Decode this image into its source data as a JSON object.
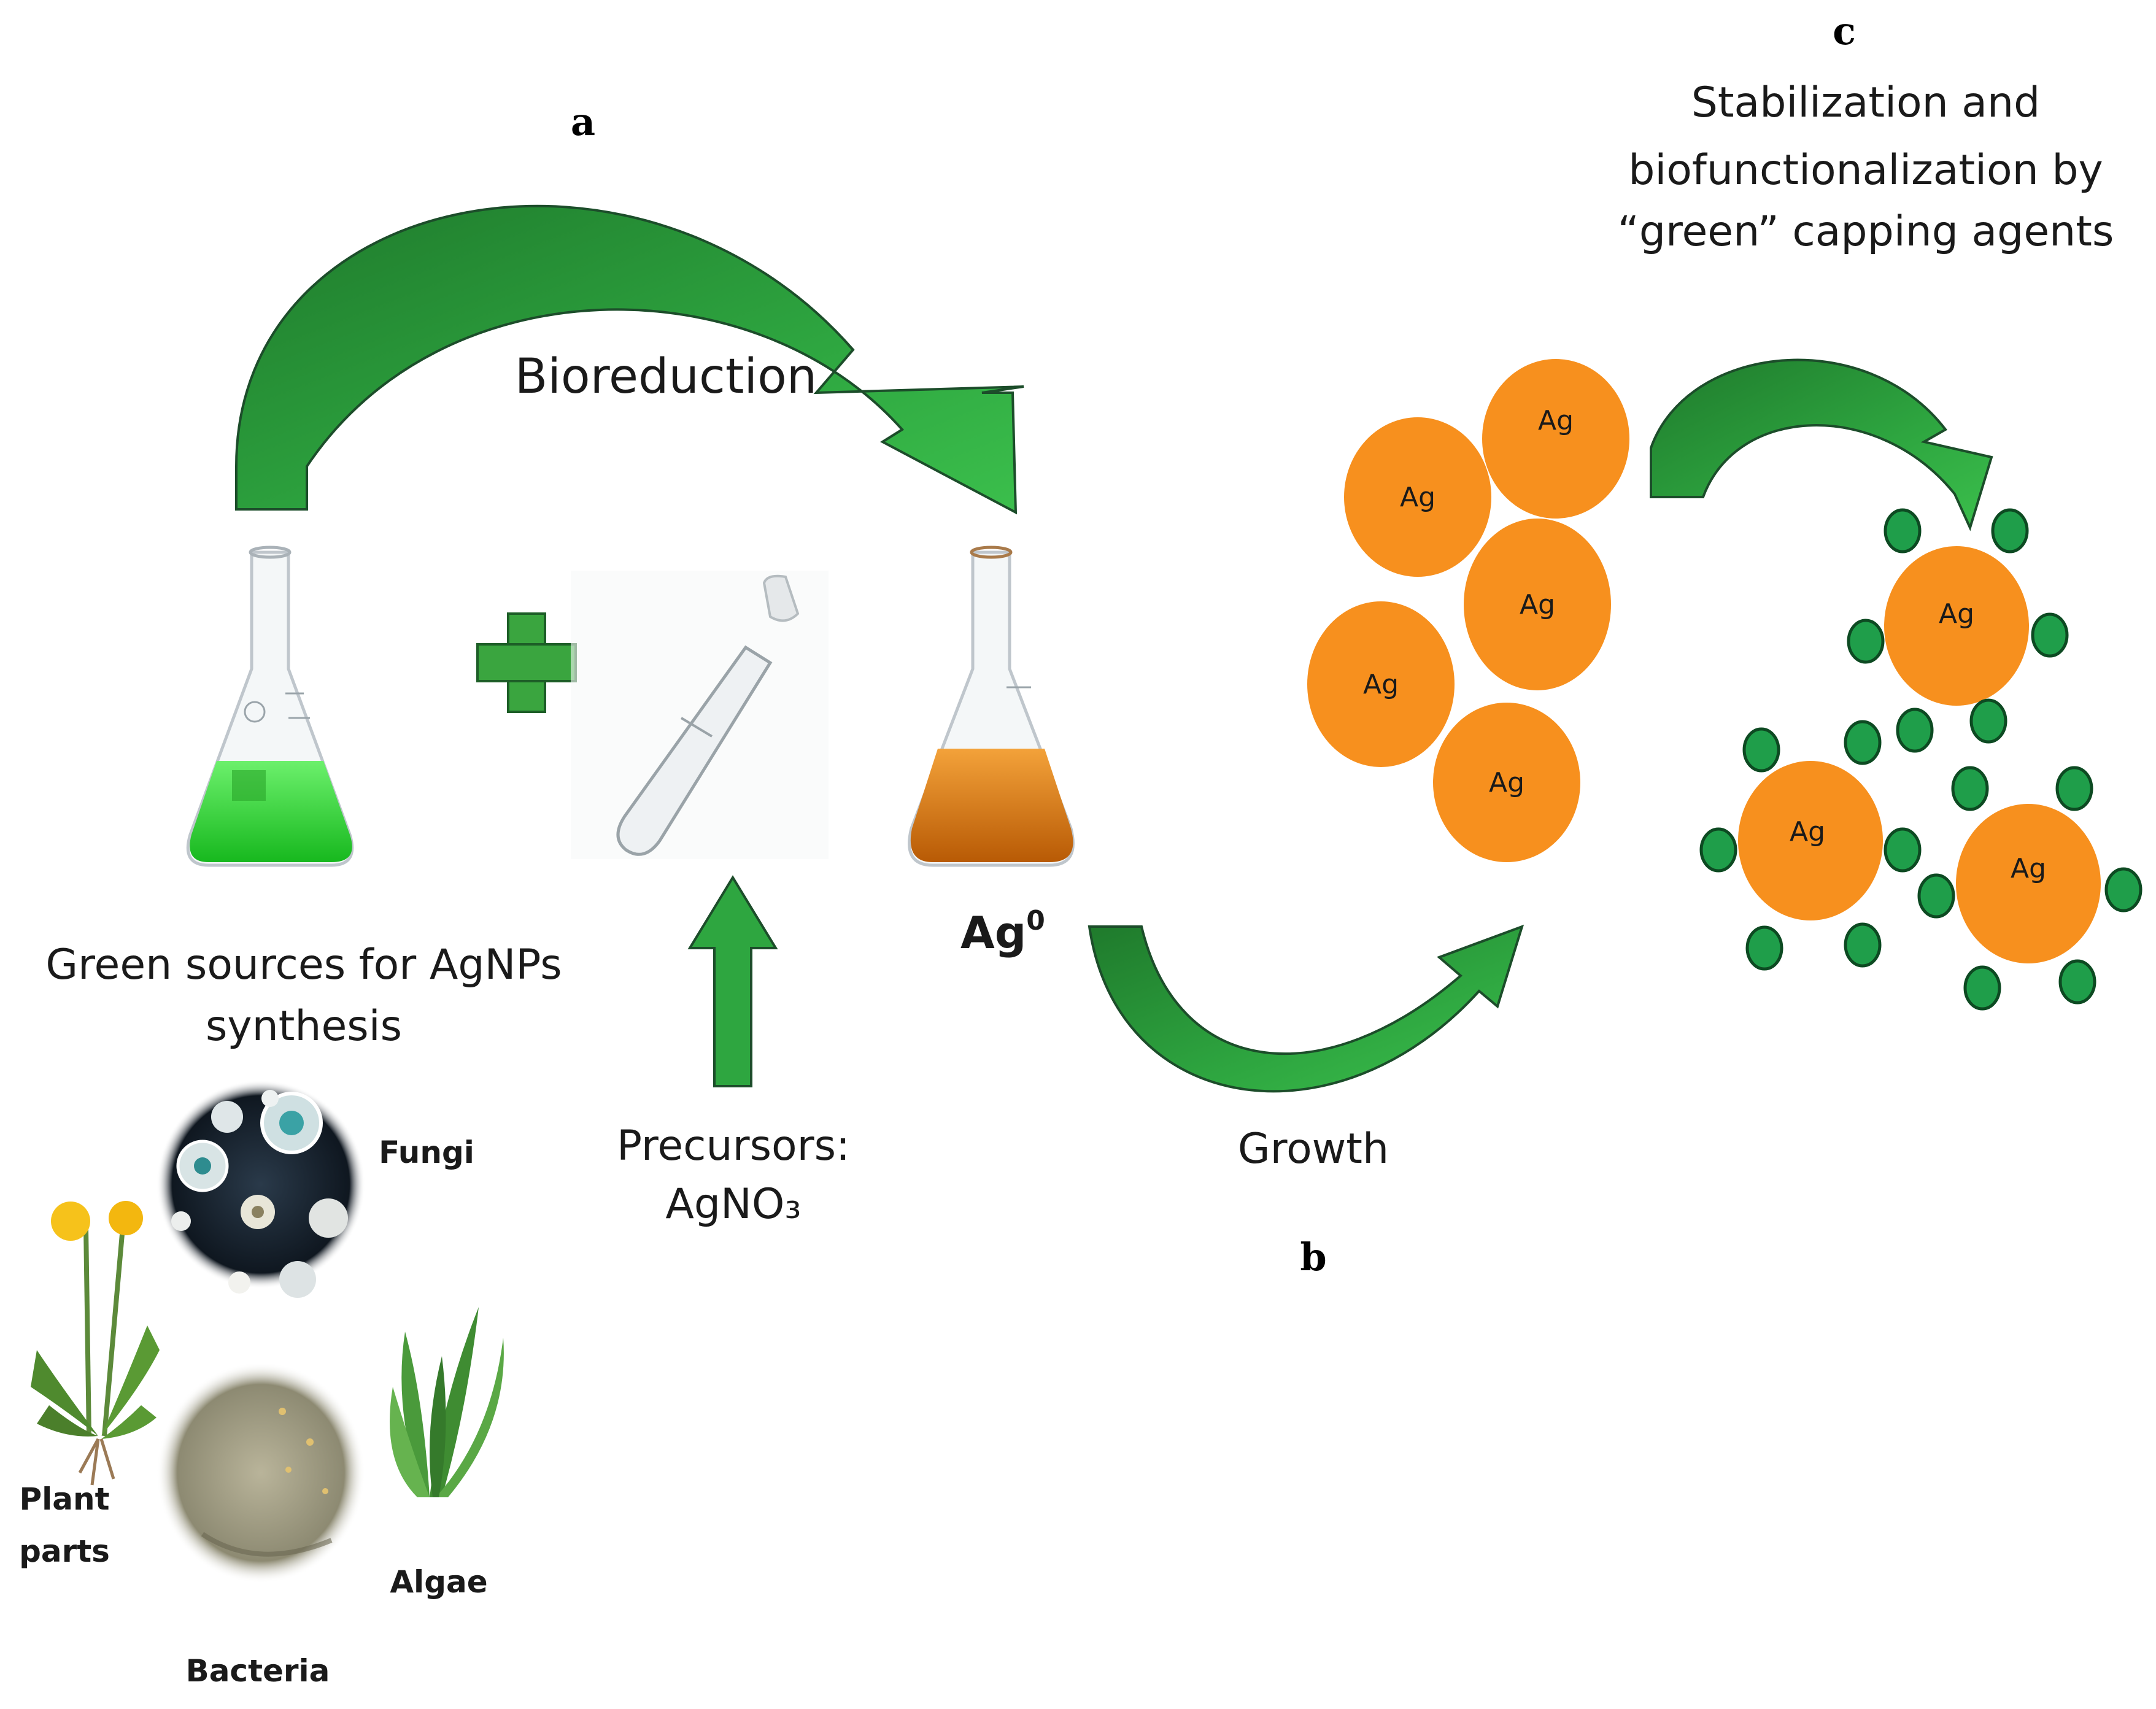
{
  "panels": {
    "a": "a",
    "b": "b",
    "c": "c"
  },
  "labels": {
    "bioreduction": "Bioreduction",
    "growth": "Growth",
    "stabilization_line1": "Stabilization and",
    "stabilization_line2": "biofunctionalization by",
    "stabilization_line3": "“green” capping agents",
    "green_sources_line1": "Green sources for AgNPs",
    "green_sources_line2": "synthesis",
    "precursors_line1": "Precursors:",
    "precursors_line2": "AgNO₃",
    "ag0_base": "Ag",
    "ag0_sup": "0"
  },
  "sources": {
    "fungi": "Fungi",
    "plant_line1": "Plant",
    "plant_line2": "parts",
    "algae": "Algae",
    "bacteria": "Bacteria"
  },
  "particle_label": "Ag",
  "colors": {
    "arrow_green": "#2e9e3e",
    "arrow_dark": "#1c6b28",
    "silver_orange": "#f7901e",
    "capping_green": "#1f9e4a",
    "flask_green": "#3ddc3d",
    "flask_orange": "#e07a10"
  },
  "icons": [
    "plus-icon",
    "flask-icon",
    "test-tube-icon",
    "fungi-icon",
    "plant-icon",
    "bacteria-icon",
    "algae-icon"
  ]
}
